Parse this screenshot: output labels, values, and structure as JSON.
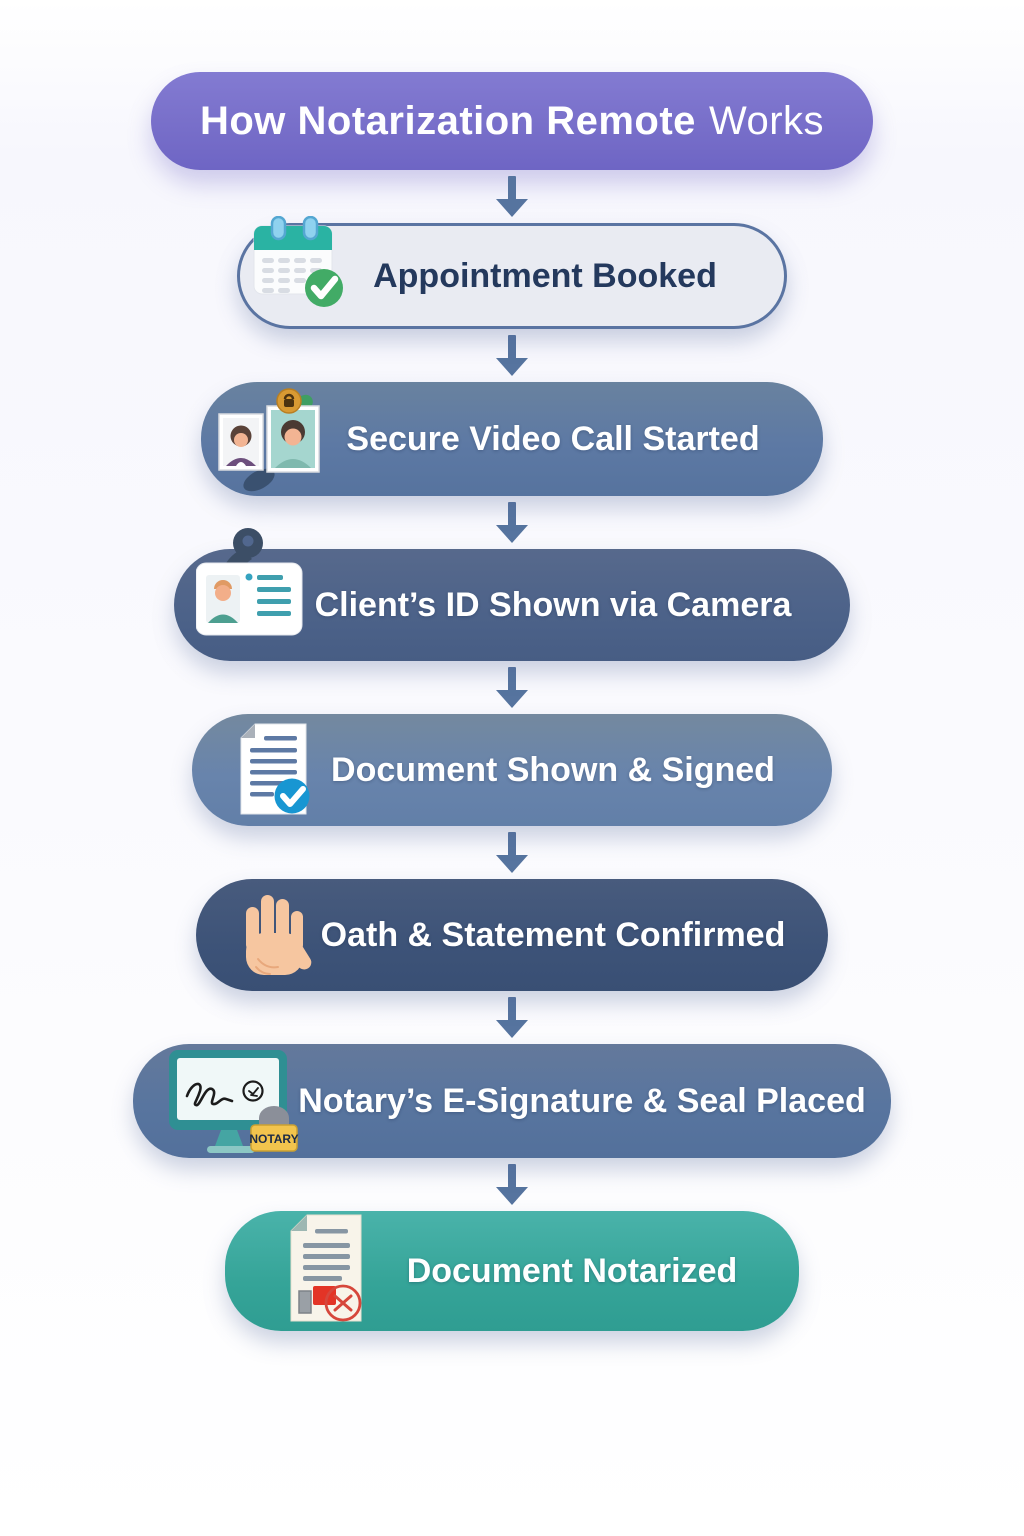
{
  "header": {
    "title_bold": "How Notarization Remote",
    "title_light": "Works"
  },
  "steps": [
    {
      "label": "Appointment Booked",
      "icon": "calendar-check-icon",
      "fill": "#e9ebf2",
      "text_color": "#24395d"
    },
    {
      "label": "Secure Video Call Started",
      "icon": "video-call-lock-icon",
      "fill": "#5d79a4",
      "text_color": "#ffffff"
    },
    {
      "label": "Client’s ID Shown via Camera",
      "icon": "id-card-key-icon",
      "fill": "#4c6289",
      "text_color": "#ffffff"
    },
    {
      "label": "Document Shown & Signed",
      "icon": "document-check-icon",
      "fill": "#6884ac",
      "text_color": "#ffffff"
    },
    {
      "label": "Oath & Statement Confirmed",
      "icon": "raised-hand-icon",
      "fill": "#3d5378",
      "text_color": "#ffffff"
    },
    {
      "label": "Notary’s E-Signature & Seal Placed",
      "icon": "notary-monitor-stamp-icon",
      "fill": "#58759f",
      "text_color": "#ffffff",
      "badge": "NOTARY"
    },
    {
      "label": "Document Notarized",
      "icon": "notarized-document-icon",
      "fill": "#35a498",
      "text_color": "#ffffff"
    }
  ],
  "colors": {
    "header_purple": "#7a71cb",
    "arrow_blue": "#56749f",
    "step1_border": "#5a74a2",
    "teal_accent": "#2ab3a3",
    "green_check": "#42ab66",
    "blue_check": "#1896d2",
    "gold_lock": "#d89a33",
    "stamp_yellow": "#f2c44d",
    "seal_red": "#d6473c",
    "background": "#fbfbfe"
  }
}
